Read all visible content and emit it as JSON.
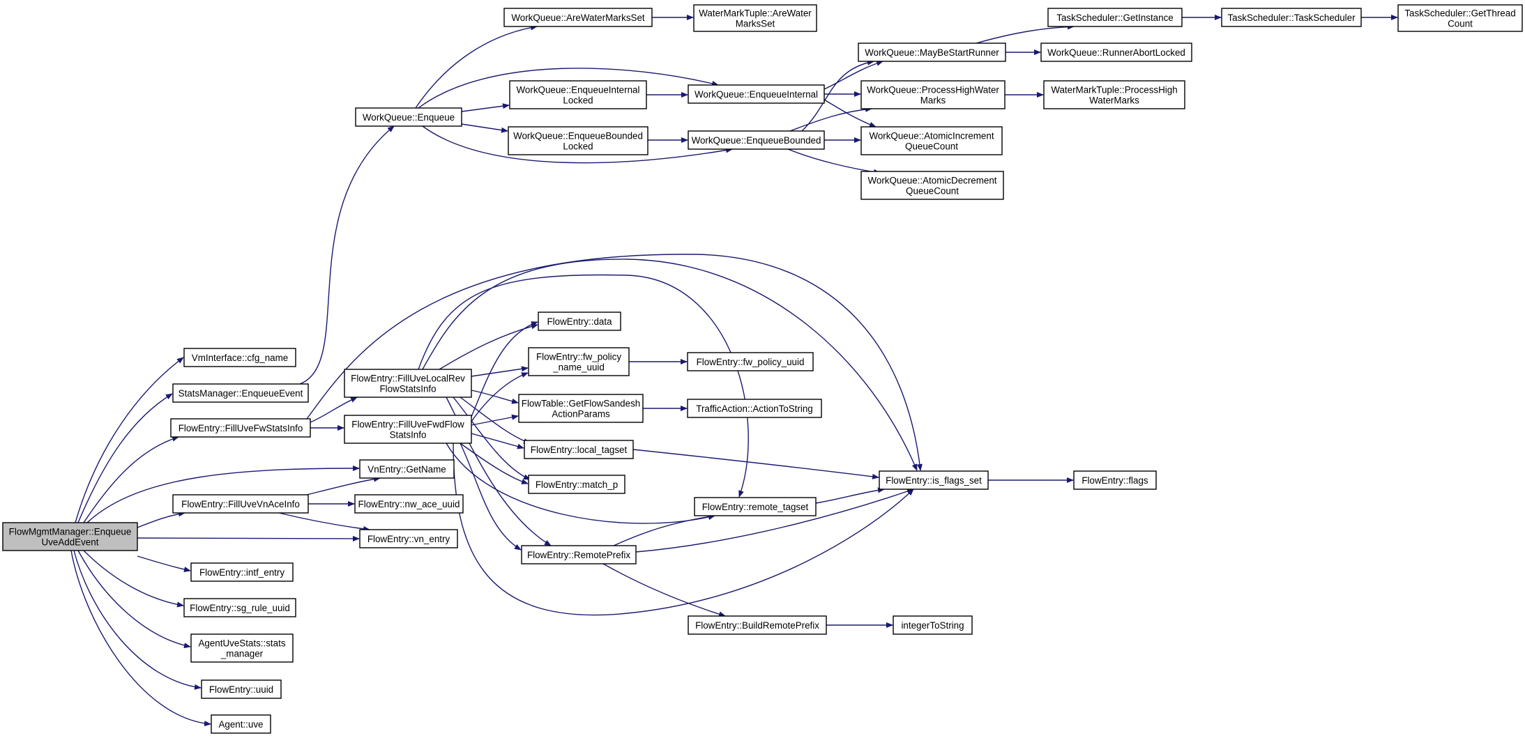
{
  "colors": {
    "edge": "#191970",
    "node_border": "#000000",
    "root_fill": "#bfbfbf",
    "node_fill": "#ffffff"
  },
  "nodes": [
    {
      "id": "root",
      "lines": [
        "FlowMgmtManager::Enqueue",
        "UveAddEvent"
      ]
    },
    {
      "id": "cfg_name",
      "lines": [
        "VmInterface::cfg_name"
      ]
    },
    {
      "id": "enqueue_event",
      "lines": [
        "StatsManager::EnqueueEvent"
      ]
    },
    {
      "id": "fw_stats",
      "lines": [
        "FlowEntry::FillUveFwStatsInfo"
      ]
    },
    {
      "id": "vn_getname",
      "lines": [
        "VnEntry::GetName"
      ]
    },
    {
      "id": "vn_ace",
      "lines": [
        "FlowEntry::FillUveVnAceInfo"
      ]
    },
    {
      "id": "vn_entry",
      "lines": [
        "FlowEntry::vn_entry"
      ]
    },
    {
      "id": "intf_entry",
      "lines": [
        "FlowEntry::intf_entry"
      ]
    },
    {
      "id": "sg_rule",
      "lines": [
        "FlowEntry::sg_rule_uuid"
      ]
    },
    {
      "id": "stats_mgr",
      "lines": [
        "AgentUveStats::stats",
        "_manager"
      ]
    },
    {
      "id": "uuid",
      "lines": [
        "FlowEntry::uuid"
      ]
    },
    {
      "id": "agent_uve",
      "lines": [
        "Agent::uve"
      ]
    },
    {
      "id": "wq_enqueue",
      "lines": [
        "WorkQueue::Enqueue"
      ]
    },
    {
      "id": "wq_arewater",
      "lines": [
        "WorkQueue::AreWaterMarksSet"
      ]
    },
    {
      "id": "wmt_arewater",
      "lines": [
        "WaterMarkTuple::AreWater",
        "MarksSet"
      ]
    },
    {
      "id": "wq_internal_locked",
      "lines": [
        "WorkQueue::EnqueueInternal",
        "Locked"
      ]
    },
    {
      "id": "wq_bounded_locked",
      "lines": [
        "WorkQueue::EnqueueBounded",
        "Locked"
      ]
    },
    {
      "id": "wq_internal",
      "lines": [
        "WorkQueue::EnqueueInternal"
      ]
    },
    {
      "id": "wq_bounded",
      "lines": [
        "WorkQueue::EnqueueBounded"
      ]
    },
    {
      "id": "wq_maybe",
      "lines": [
        "WorkQueue::MayBeStartRunner"
      ]
    },
    {
      "id": "wq_runner_abort",
      "lines": [
        "WorkQueue::RunnerAbortLocked"
      ]
    },
    {
      "id": "wq_phwm",
      "lines": [
        "WorkQueue::ProcessHighWater",
        "Marks"
      ]
    },
    {
      "id": "wq_atomic_inc",
      "lines": [
        "WorkQueue::AtomicIncrement",
        "QueueCount"
      ]
    },
    {
      "id": "wq_atomic_dec",
      "lines": [
        "WorkQueue::AtomicDecrement",
        "QueueCount"
      ]
    },
    {
      "id": "ts_getinstance",
      "lines": [
        "TaskScheduler::GetInstance"
      ]
    },
    {
      "id": "ts_ctor",
      "lines": [
        "TaskScheduler::TaskScheduler"
      ]
    },
    {
      "id": "ts_getthread",
      "lines": [
        "TaskScheduler::GetThread",
        "Count"
      ]
    },
    {
      "id": "wmt_phwm",
      "lines": [
        "WaterMarkTuple::ProcessHigh",
        "WaterMarks"
      ]
    },
    {
      "id": "local_rev",
      "lines": [
        "FlowEntry::FillUveLocalRev",
        "FlowStatsInfo"
      ]
    },
    {
      "id": "fwd_flow",
      "lines": [
        "FlowEntry::FillUveFwdFlow",
        "StatsInfo"
      ]
    },
    {
      "id": "fe_data",
      "lines": [
        "FlowEntry::data"
      ]
    },
    {
      "id": "fw_policy_name",
      "lines": [
        "FlowEntry::fw_policy",
        "_name_uuid"
      ]
    },
    {
      "id": "fw_policy_uuid",
      "lines": [
        "FlowEntry::fw_policy_uuid"
      ]
    },
    {
      "id": "sandesh",
      "lines": [
        "FlowTable::GetFlowSandesh",
        "ActionParams"
      ]
    },
    {
      "id": "action_to_string",
      "lines": [
        "TrafficAction::ActionToString"
      ]
    },
    {
      "id": "local_tagset",
      "lines": [
        "FlowEntry::local_tagset"
      ]
    },
    {
      "id": "match_p",
      "lines": [
        "FlowEntry::match_p"
      ]
    },
    {
      "id": "is_flags_set",
      "lines": [
        "FlowEntry::is_flags_set"
      ]
    },
    {
      "id": "flags",
      "lines": [
        "FlowEntry::flags"
      ]
    },
    {
      "id": "remote_tagset",
      "lines": [
        "FlowEntry::remote_tagset"
      ]
    },
    {
      "id": "remote_prefix",
      "lines": [
        "FlowEntry::RemotePrefix"
      ]
    },
    {
      "id": "build_remote_prefix",
      "lines": [
        "FlowEntry::BuildRemotePrefix"
      ]
    },
    {
      "id": "int_to_string",
      "lines": [
        "integerToString"
      ]
    },
    {
      "id": "nw_ace_uuid",
      "lines": [
        "FlowEntry::nw_ace_uuid"
      ]
    }
  ],
  "edges": [
    {
      "from": "root",
      "to": "cfg_name"
    },
    {
      "from": "root",
      "to": "enqueue_event"
    },
    {
      "from": "root",
      "to": "fw_stats"
    },
    {
      "from": "root",
      "to": "vn_getname"
    },
    {
      "from": "root",
      "to": "vn_ace"
    },
    {
      "from": "root",
      "to": "vn_entry"
    },
    {
      "from": "root",
      "to": "intf_entry"
    },
    {
      "from": "root",
      "to": "sg_rule"
    },
    {
      "from": "root",
      "to": "stats_mgr"
    },
    {
      "from": "root",
      "to": "uuid"
    },
    {
      "from": "root",
      "to": "agent_uve"
    },
    {
      "from": "enqueue_event",
      "to": "wq_enqueue"
    },
    {
      "from": "wq_enqueue",
      "to": "wq_arewater"
    },
    {
      "from": "wq_arewater",
      "to": "wmt_arewater"
    },
    {
      "from": "wq_enqueue",
      "to": "wq_internal_locked"
    },
    {
      "from": "wq_enqueue",
      "to": "wq_bounded_locked"
    },
    {
      "from": "wq_enqueue",
      "to": "wq_internal"
    },
    {
      "from": "wq_enqueue",
      "to": "wq_bounded"
    },
    {
      "from": "wq_internal_locked",
      "to": "wq_internal"
    },
    {
      "from": "wq_bounded_locked",
      "to": "wq_bounded"
    },
    {
      "from": "wq_internal",
      "to": "wq_maybe"
    },
    {
      "from": "wq_internal",
      "to": "wq_phwm"
    },
    {
      "from": "wq_internal",
      "to": "wq_atomic_inc"
    },
    {
      "from": "wq_bounded",
      "to": "wq_maybe"
    },
    {
      "from": "wq_bounded",
      "to": "wq_phwm"
    },
    {
      "from": "wq_bounded",
      "to": "wq_atomic_inc"
    },
    {
      "from": "wq_bounded",
      "to": "wq_atomic_dec"
    },
    {
      "from": "wq_maybe",
      "to": "ts_getinstance"
    },
    {
      "from": "wq_maybe",
      "to": "wq_runner_abort"
    },
    {
      "from": "ts_getinstance",
      "to": "ts_ctor"
    },
    {
      "from": "ts_ctor",
      "to": "ts_getthread"
    },
    {
      "from": "wq_phwm",
      "to": "wmt_phwm"
    },
    {
      "from": "fw_stats",
      "to": "local_rev"
    },
    {
      "from": "fw_stats",
      "to": "fwd_flow"
    },
    {
      "from": "fw_stats",
      "to": "is_flags_set"
    },
    {
      "from": "local_rev",
      "to": "fe_data"
    },
    {
      "from": "local_rev",
      "to": "fw_policy_name"
    },
    {
      "from": "local_rev",
      "to": "sandesh"
    },
    {
      "from": "local_rev",
      "to": "local_tagset"
    },
    {
      "from": "local_rev",
      "to": "match_p"
    },
    {
      "from": "local_rev",
      "to": "remote_tagset"
    },
    {
      "from": "local_rev",
      "to": "remote_prefix"
    },
    {
      "from": "local_rev",
      "to": "is_flags_set"
    },
    {
      "from": "fwd_flow",
      "to": "fe_data"
    },
    {
      "from": "fwd_flow",
      "to": "fw_policy_name"
    },
    {
      "from": "fwd_flow",
      "to": "sandesh"
    },
    {
      "from": "fwd_flow",
      "to": "local_tagset"
    },
    {
      "from": "fwd_flow",
      "to": "match_p"
    },
    {
      "from": "fwd_flow",
      "to": "remote_tagset"
    },
    {
      "from": "fwd_flow",
      "to": "remote_prefix"
    },
    {
      "from": "fwd_flow",
      "to": "is_flags_set"
    },
    {
      "from": "fw_policy_name",
      "to": "fw_policy_uuid"
    },
    {
      "from": "sandesh",
      "to": "action_to_string"
    },
    {
      "from": "local_tagset",
      "to": "is_flags_set"
    },
    {
      "from": "remote_tagset",
      "to": "is_flags_set"
    },
    {
      "from": "remote_prefix",
      "to": "remote_tagset"
    },
    {
      "from": "remote_prefix",
      "to": "is_flags_set"
    },
    {
      "from": "remote_prefix",
      "to": "build_remote_prefix"
    },
    {
      "from": "build_remote_prefix",
      "to": "int_to_string"
    },
    {
      "from": "is_flags_set",
      "to": "flags"
    },
    {
      "from": "vn_ace",
      "to": "vn_getname"
    },
    {
      "from": "vn_ace",
      "to": "nw_ace_uuid"
    },
    {
      "from": "vn_ace",
      "to": "vn_entry"
    }
  ]
}
